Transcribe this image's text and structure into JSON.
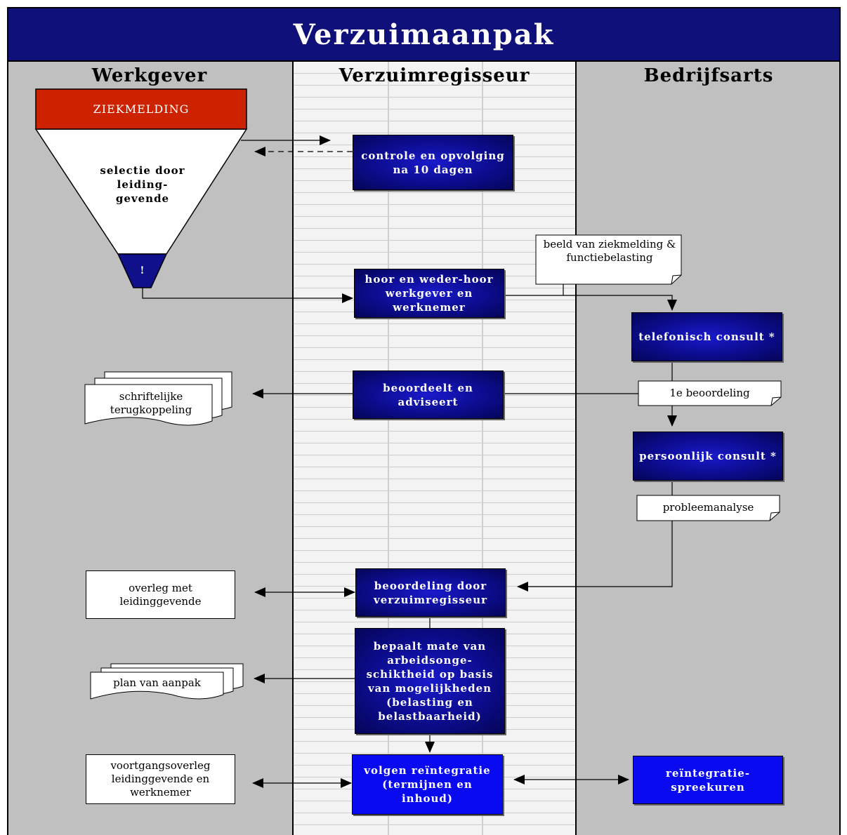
{
  "title": "Verzuimaanpak",
  "lanes": {
    "werkgever": "Werkgever",
    "verzuimregisseur": "Verzuimregisseur",
    "bedrijfsarts": "Bedrijfsarts"
  },
  "funnel": {
    "header": "ZIEKMELDING",
    "body": "selectie door leiding-gevende",
    "tip": "!"
  },
  "process_boxes": {
    "controle": "controle en opvolging na 10 dagen",
    "hoor": "hoor en weder-hoor werkgever en werknemer",
    "telefonisch": "telefonisch consult *",
    "beoordeelt": "beoordeelt en adviseert",
    "persoonlijk": "persoonlijk consult *",
    "beoordeling": "beoordeling door verzuimregisseur",
    "bepaalt": "bepaalt mate van arbeidsonge-schiktheid op basis van mogelijkheden (belasting en belastbaarheid)",
    "volgen": "volgen reïntegratie (termijnen en inhoud)",
    "spreekuren": "reïntegratie-spreekuren"
  },
  "documents": {
    "beeld": "beeld van ziekmelding & functiebelasting",
    "eerste_beoordeling": "1e beoordeling",
    "probleemanalyse": "probleemanalyse",
    "schriftelijke": "schriftelijke terugkoppeling",
    "plan": "plan van aanpak"
  },
  "notes": {
    "overleg": "overleg met leidinggevende",
    "voortgang": "voortgangsoverleg leidinggevende en werknemer"
  },
  "colors": {
    "title_bg": "#10107a",
    "lane_gray": "#c0c0c0",
    "box_blue": "#0c0c8e",
    "bright_blue": "#0a0af0",
    "ziekmelding_red": "#cc2200"
  }
}
